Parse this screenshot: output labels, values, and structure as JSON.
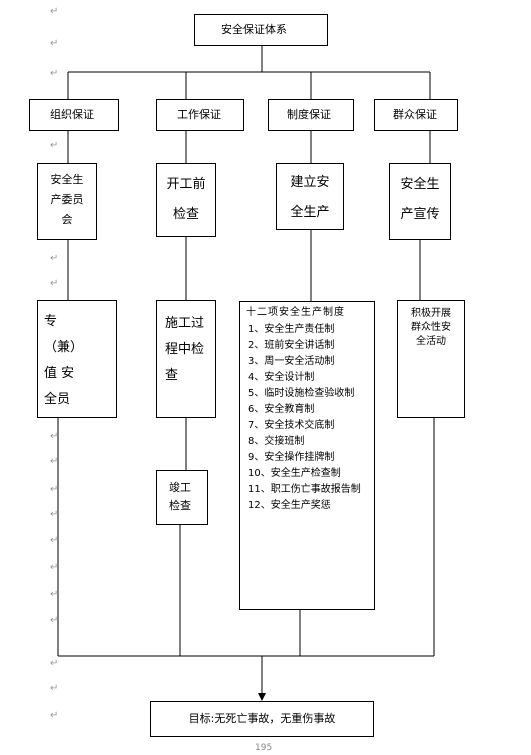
{
  "top": "安全保证体系",
  "categories": [
    {
      "label": "组织保证"
    },
    {
      "label": "工作保证"
    },
    {
      "label": "制度保证"
    },
    {
      "label": "群众保证"
    }
  ],
  "level2": [
    {
      "text": "安全生\n产委员\n会"
    },
    {
      "text": "开工前\n检查"
    },
    {
      "text": "建立安\n全生产"
    },
    {
      "text": "安全生\n产宣传"
    }
  ],
  "level3": {
    "col1": "专\n（兼）\n值 安\n全员",
    "col2": "施工过\n程中检\n查",
    "col2b": "竣工\n检查",
    "col3_title": "十二项安全生产制度",
    "col3_items": [
      "1、安全生产责任制",
      "2、班前安全讲话制",
      "3、周一安全活动制",
      "4、安全设计制",
      "5、临时设施检查验收制",
      "6、安全教育制",
      "7、安全技术交底制",
      "8、交接班制",
      "9、安全操作挂牌制",
      "10、安全生产检查制",
      "11、职工伤亡事故报告制",
      "12、安全生产奖惩"
    ],
    "col4": "积极开展\n群众性安\n全活动"
  },
  "goal": "目标:无死亡事故，无重伤事故",
  "page_number": "195",
  "return_mark": "↵"
}
